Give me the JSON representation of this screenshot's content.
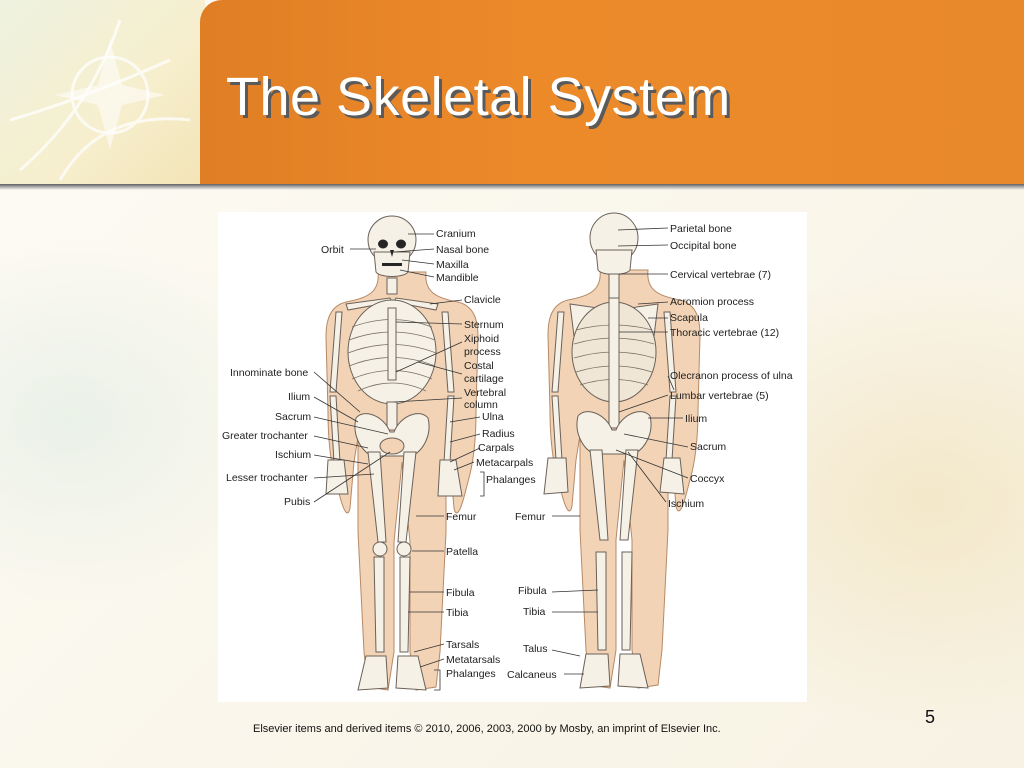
{
  "slide": {
    "title": "The Skeletal System",
    "footer": "Elsevier items and derived items © 2010, 2006, 2003, 2000 by Mosby, an imprint of Elsevier Inc.",
    "page_number": "5",
    "colors": {
      "header": "#e8892b",
      "title_text": "#ffffff",
      "title_shadow": "#5a5a5a"
    }
  },
  "figure": {
    "anterior_labels": {
      "cranium": "Cranium",
      "orbit": "Orbit",
      "nasal_bone": "Nasal bone",
      "maxilla": "Maxilla",
      "mandible": "Mandible",
      "clavicle": "Clavicle",
      "sternum": "Sternum",
      "xiphoid_1": "Xiphoid",
      "xiphoid_2": "process",
      "costal_1": "Costal",
      "costal_2": "cartilage",
      "vertebral_1": "Vertebral",
      "vertebral_2": "column",
      "innominate": "Innominate bone",
      "ilium": "Ilium",
      "sacrum": "Sacrum",
      "greater_trochanter": "Greater trochanter",
      "ischium": "Ischium",
      "lesser_trochanter": "Lesser trochanter",
      "pubis": "Pubis",
      "ulna": "Ulna",
      "radius": "Radius",
      "carpals": "Carpals",
      "metacarpals": "Metacarpals",
      "phalanges_hand": "Phalanges",
      "femur": "Femur",
      "patella": "Patella",
      "fibula": "Fibula",
      "tibia": "Tibia",
      "tarsals": "Tarsals",
      "metatarsals": "Metatarsals",
      "phalanges_foot": "Phalanges"
    },
    "posterior_labels": {
      "parietal": "Parietal bone",
      "occipital": "Occipital bone",
      "cervical": "Cervical vertebrae (7)",
      "acromion": "Acromion process",
      "scapula": "Scapula",
      "thoracic": "Thoracic vertebrae (12)",
      "olecranon": "Olecranon process of ulna",
      "lumbar": "Lumbar vertebrae (5)",
      "ilium": "Ilium",
      "sacrum": "Sacrum",
      "coccyx": "Coccyx",
      "ischium": "Ischium",
      "femur": "Femur",
      "fibula": "Fibula",
      "tibia": "Tibia",
      "talus": "Talus",
      "calcaneus": "Calcaneus"
    }
  }
}
